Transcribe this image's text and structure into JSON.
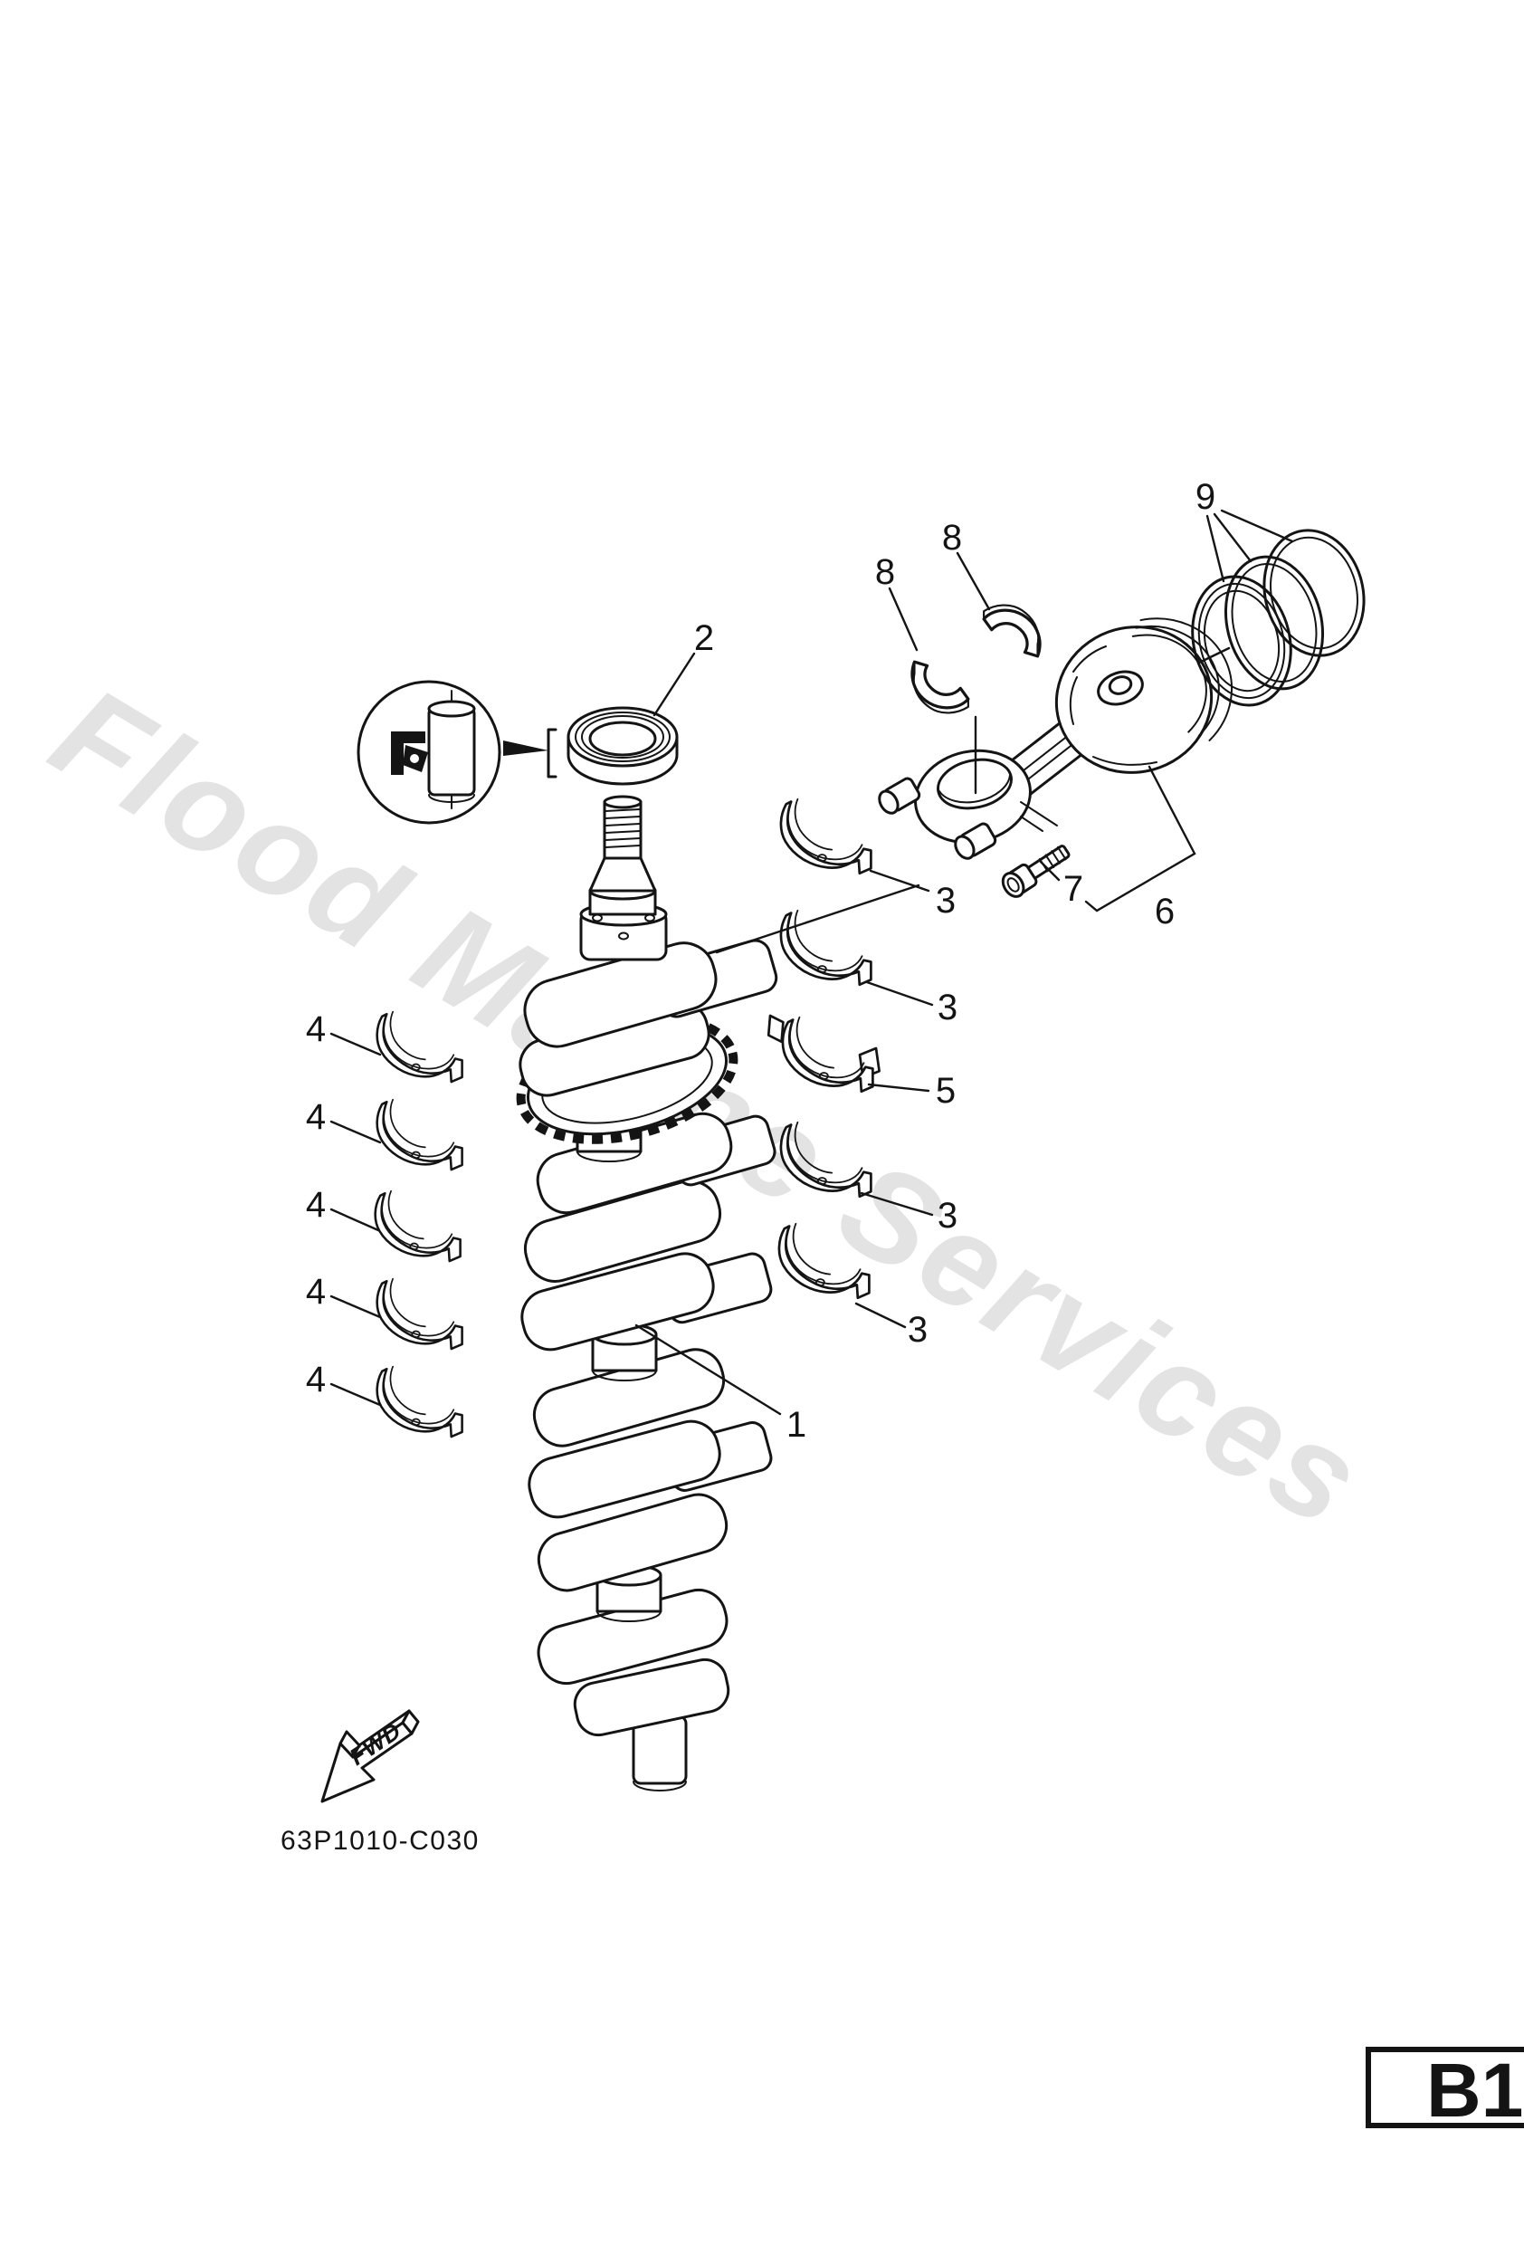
{
  "watermark": {
    "text": "Flood Marine Services",
    "color": "#e3e3e3"
  },
  "footer": {
    "drawing_code": "63P1010-C030"
  },
  "fwd_arrow": {
    "label": "FWD"
  },
  "page_tab": {
    "code": "B1"
  },
  "callouts": {
    "crankshaft": "1",
    "oil_seal": "2",
    "main_bearing": "3",
    "upper_main_bearing": "4",
    "thrust_bearing": "5",
    "connecting_rod_assy": "6",
    "rod_bolt": "7",
    "big_end_bearing": "8",
    "piston_ring": "9"
  },
  "colors": {
    "line": "#141414",
    "paper": "#ffffff"
  }
}
